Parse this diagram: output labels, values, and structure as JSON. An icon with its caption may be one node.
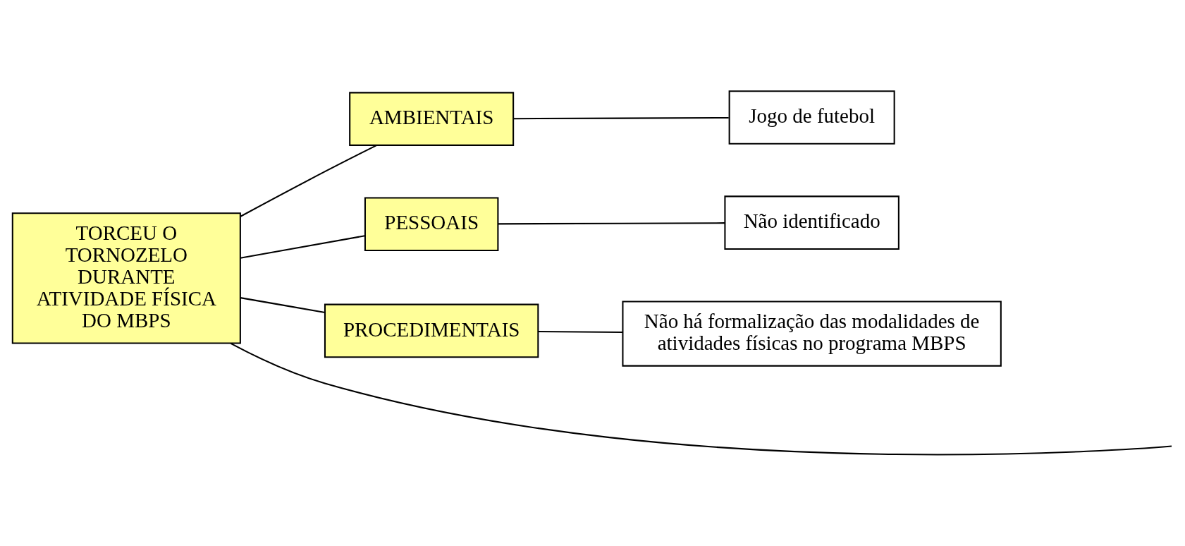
{
  "diagram": {
    "nodes": [
      {
        "text": [
          "TORCEU O TORNOZELO DURANTE ATIVIDADE FÍSICA DO MBPS"
        ]
      },
      {
        "text": [
          "AMBIENTAIS"
        ]
      },
      {
        "text": [
          "Jogo de futebol"
        ]
      },
      {
        "text": [
          "PESSOAIS"
        ]
      },
      {
        "text": [
          "Não identificado"
        ]
      },
      {
        "text": [
          "Não há formalização das modalidades de atividades físicas no programa MBPS"
        ]
      },
      {
        "text": [
          "PROCEDIMENTAIS"
        ]
      }
    ],
    "edges": [
      {
        "from": 0,
        "to": null,
        "arrow": "none"
      },
      {
        "from": 1,
        "to": 0,
        "arrow": "none"
      },
      {
        "from": 3,
        "to": 0,
        "arrow": "none"
      },
      {
        "from": 6,
        "to": 0,
        "arrow": "none"
      },
      {
        "from": 2,
        "to": 1,
        "arrow": "none"
      },
      {
        "from": 4,
        "to": 3,
        "arrow": "none"
      },
      {
        "from": 5,
        "to": 6,
        "arrow": "none"
      }
    ]
  }
}
